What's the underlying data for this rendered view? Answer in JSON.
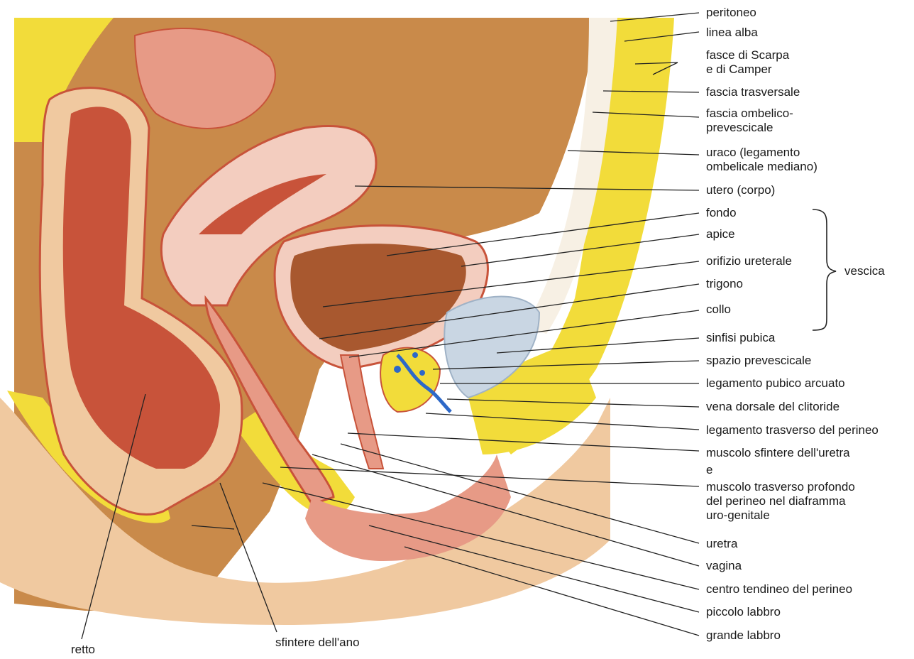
{
  "labels": {
    "peritoneo": "peritoneo",
    "linea_alba": "linea alba",
    "fasce_scarpa": "fasce di Scarpa\ne di Camper",
    "fascia_trasversale": "fascia trasversale",
    "fascia_ombelico": "fascia ombelico-\nprevescicale",
    "uraco": "uraco (legamento\nombelicale mediano)",
    "utero": "utero (corpo)",
    "fondo": "fondo",
    "apice": "apice",
    "orifizio": "orifizio ureterale",
    "trigono": "trigono",
    "collo": "collo",
    "vescica": "vescica",
    "sinfisi": "sinfisi pubica",
    "spazio": "spazio prevescicale",
    "legamento_pubico": "legamento pubico arcuato",
    "vena_dorsale": "vena dorsale del clitoride",
    "legamento_trasverso": "legamento trasverso del perineo",
    "muscolo_sfintere": "muscolo sfintere dell'uretra",
    "e": "e",
    "muscolo_trasverso": "muscolo trasverso profondo\ndel perineo nel diaframma\nuro-genitale",
    "uretra": "uretra",
    "vagina": "vagina",
    "centro_tendineo": "centro tendineo del perineo",
    "piccolo_labbro": "piccolo labbro",
    "grande_labbro": "grande labbro",
    "retto": "retto",
    "sfintere_ano": "sfintere dell'ano"
  },
  "colors": {
    "background": "#ffffff",
    "fat_yellow": "#f2dc3a",
    "skin": "#f0c9a0",
    "tissue_pink": "#e79a86",
    "rectum_red": "#c8533a",
    "bladder_brown": "#a8582f",
    "peritoneum_tan": "#c98a4a",
    "cartilage_blue": "#c9d6e3",
    "vein_blue": "#2d68c8",
    "leader_line": "#222222"
  }
}
